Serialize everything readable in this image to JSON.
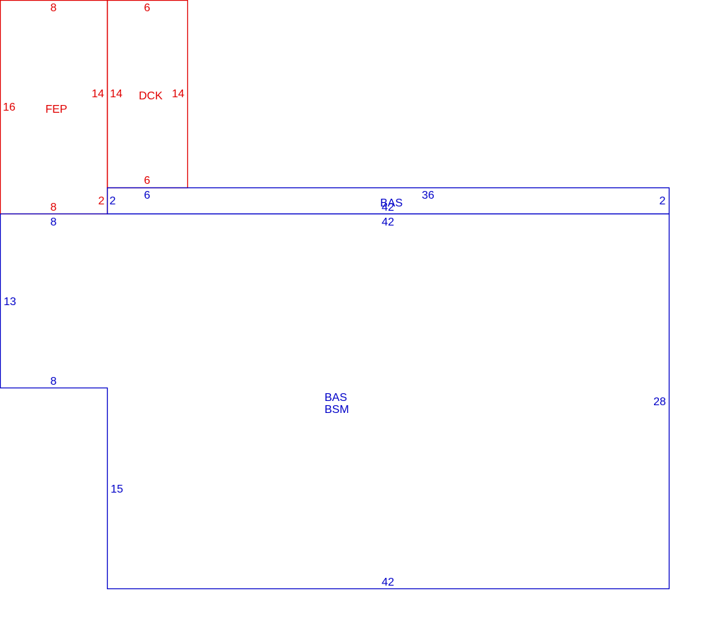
{
  "colors": {
    "addition": "#e00000",
    "base": "#0000c8"
  },
  "areas": {
    "fep": {
      "label": "FEP",
      "dim_top": "8",
      "dim_left": "16",
      "dim_right": "14",
      "dim_bottom": "8",
      "dim_step": "2"
    },
    "dck": {
      "label": "DCK",
      "dim_top": "6",
      "dim_left": "14",
      "dim_right": "14",
      "dim_bottom": "6"
    },
    "bas_strip": {
      "label": "BAS",
      "dim_left": "2",
      "dim_under_dck": "6",
      "dim_top": "36",
      "dim_bottom": "42",
      "dim_right": "2"
    },
    "bas_main": {
      "label_line1": "BAS",
      "label_line2": "BSM",
      "dim_top_left": "8",
      "dim_top": "42",
      "dim_left": "13",
      "dim_notch": "8",
      "dim_lower_left": "15",
      "dim_right": "28",
      "dim_bottom": "42"
    }
  }
}
